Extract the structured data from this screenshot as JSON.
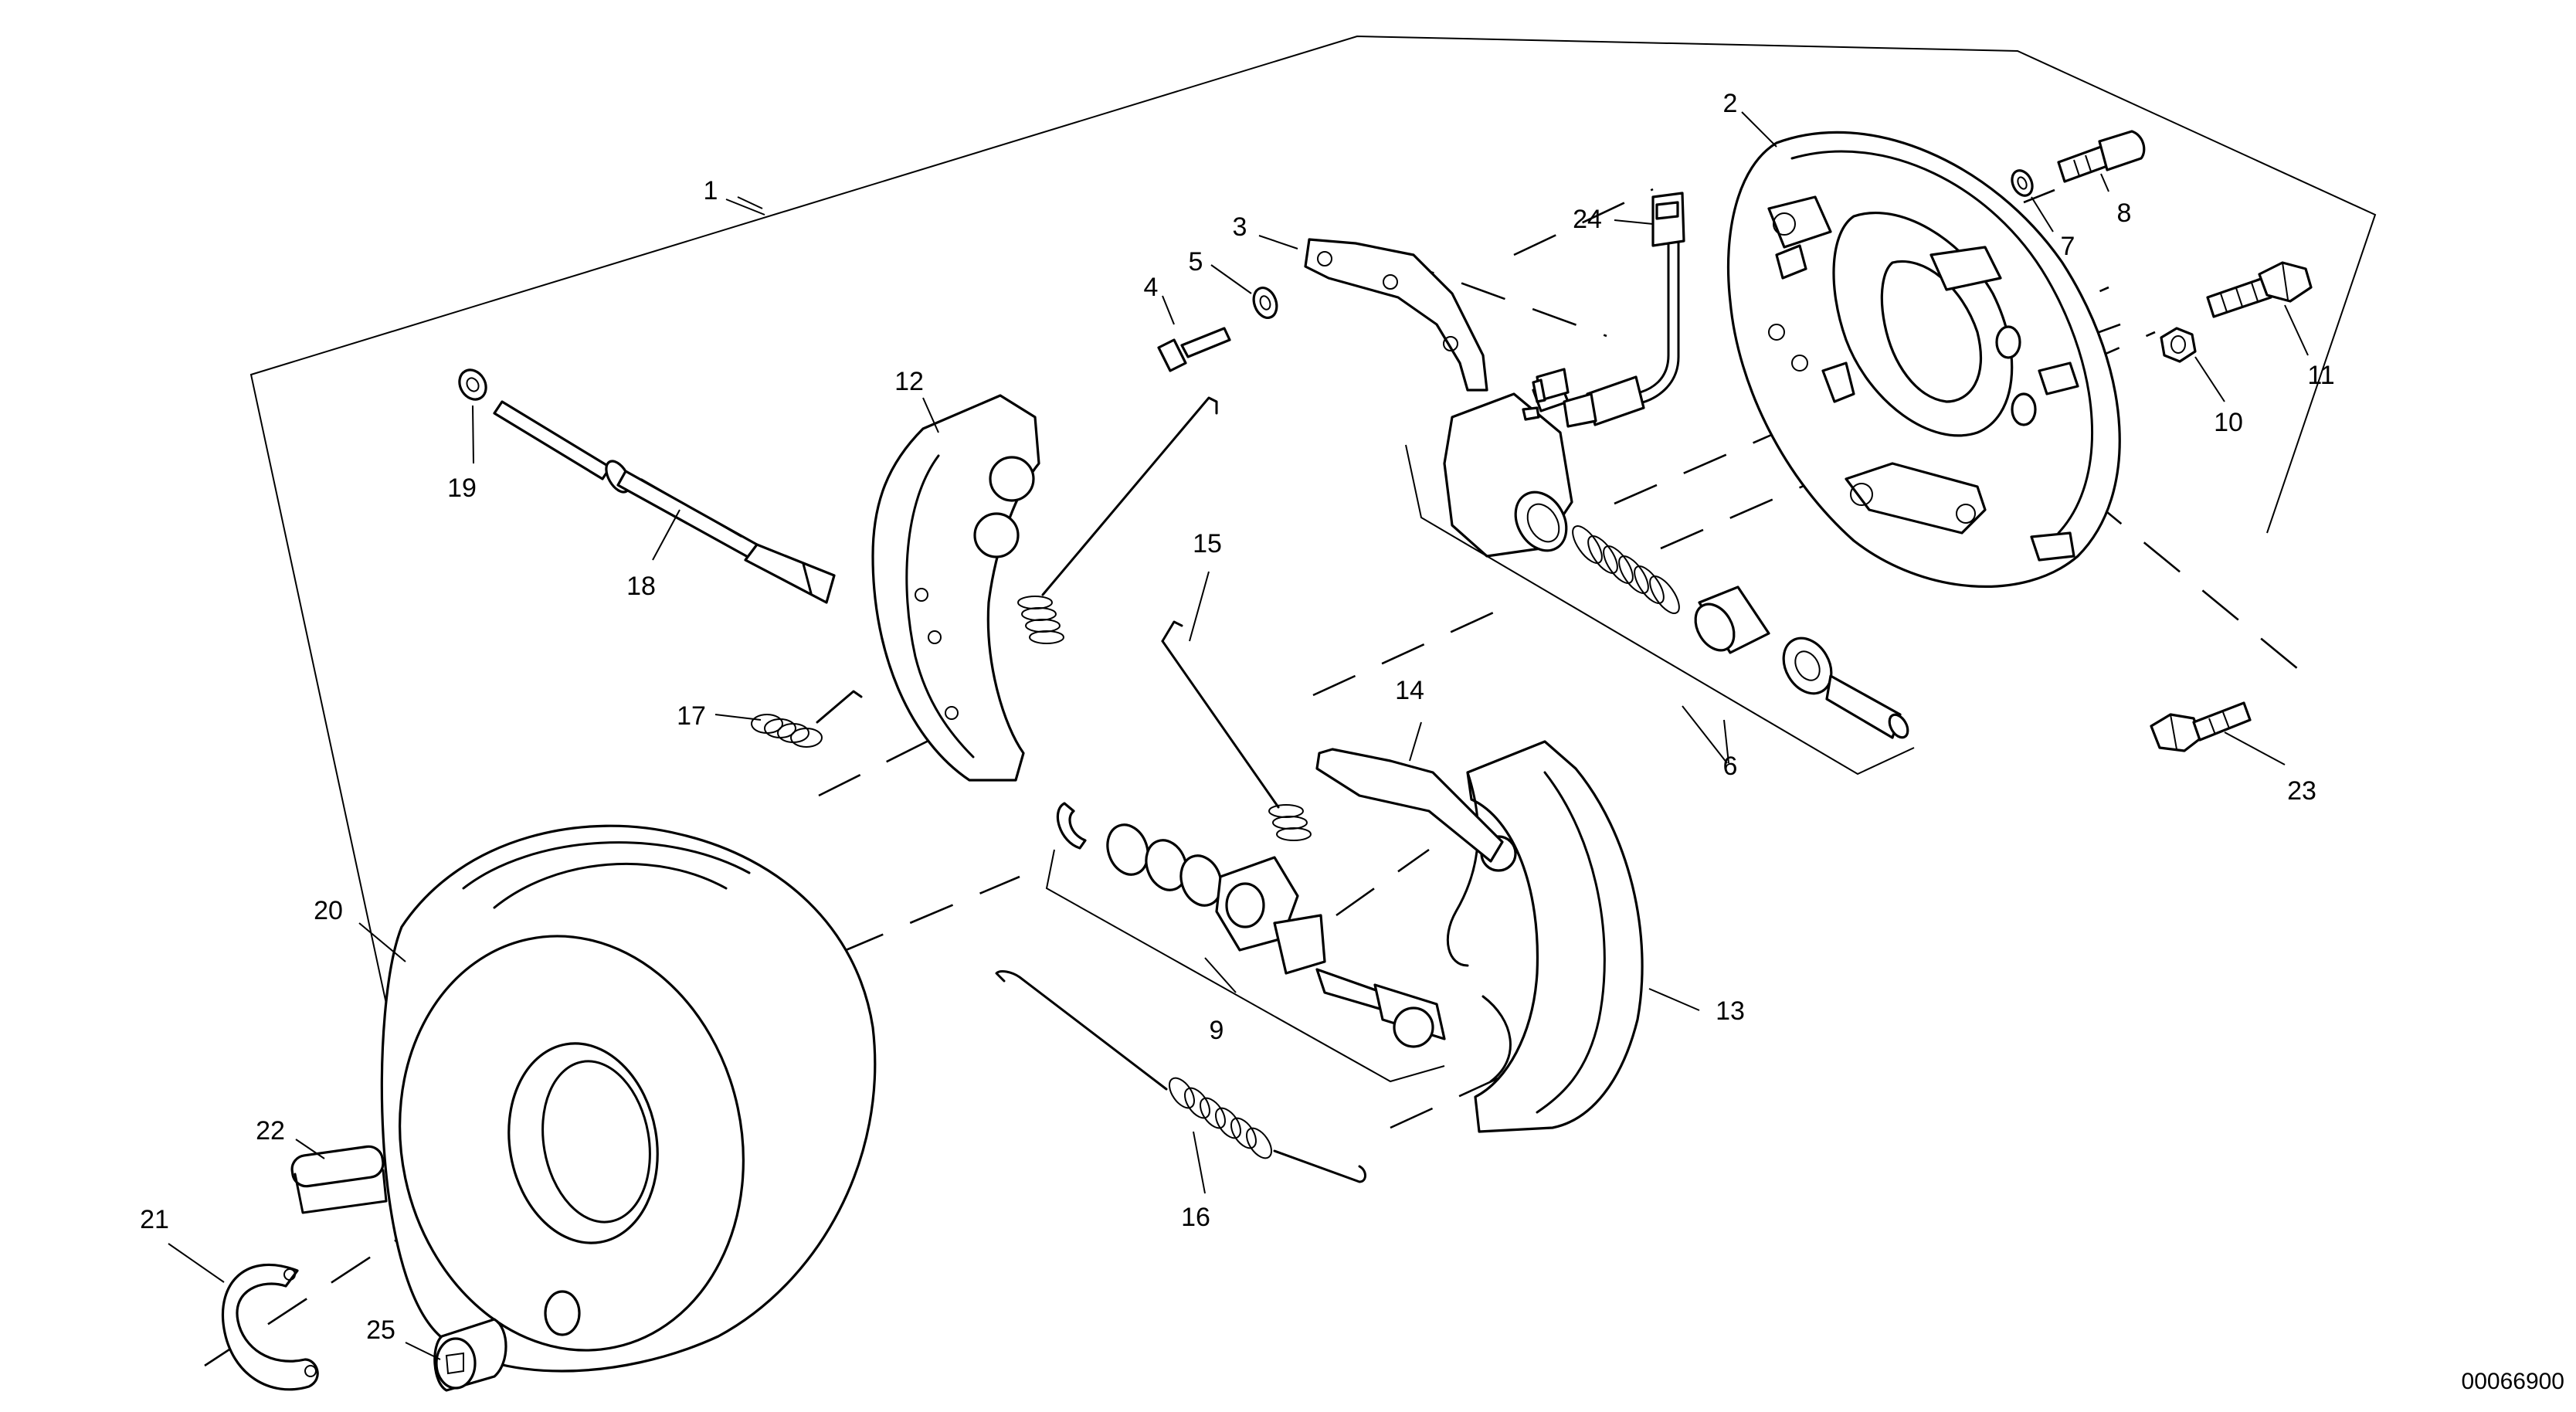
{
  "callouts": {
    "c1": "1",
    "c2": "2",
    "c3": "3",
    "c4": "4",
    "c5": "5",
    "c6": "6",
    "c7": "7",
    "c8": "8",
    "c9": "9",
    "c10": "10",
    "c11": "11",
    "c12": "12",
    "c13": "13",
    "c14": "14",
    "c15": "15",
    "c16": "16",
    "c17": "17",
    "c18": "18",
    "c19": "19",
    "c20": "20",
    "c21": "21",
    "c22": "22",
    "c23": "23",
    "c24": "24",
    "c25": "25"
  },
  "drawing_number": "00066900"
}
